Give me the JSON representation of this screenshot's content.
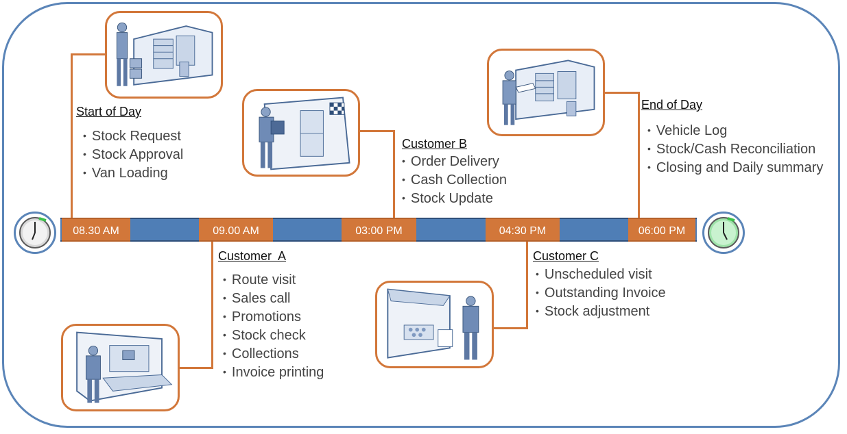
{
  "timeline": {
    "times": [
      "08.30 AM",
      "09.00 AM",
      "03:00 PM",
      "04:30 PM",
      "06:00 PM"
    ]
  },
  "stages": {
    "start_of_day": {
      "heading": "Start of Day",
      "items": [
        "Stock Request",
        "Stock Approval",
        "Van Loading"
      ]
    },
    "customer_a": {
      "heading": "Customer  A",
      "items": [
        "Route visit",
        "Sales call",
        "Promotions",
        "Stock check",
        "Collections",
        "Invoice printing"
      ]
    },
    "customer_b": {
      "heading": "Customer B",
      "items": [
        "Order Delivery",
        "Cash Collection",
        "Stock Update"
      ]
    },
    "customer_c": {
      "heading": "Customer C",
      "items": [
        "Unscheduled visit",
        "Outstanding Invoice",
        "Stock adjustment"
      ]
    },
    "end_of_day": {
      "heading": "End of Day",
      "items": [
        "Vehicle Log",
        "Stock/Cash Reconciliation",
        "Closing and Daily summary"
      ]
    }
  },
  "colors": {
    "accent_orange": "#d2773a",
    "accent_blue": "#4f7eb6",
    "frame_blue": "#5b85b8",
    "clock_start": "#d9d9d9",
    "clock_end": "#9fe3a9"
  },
  "icons": [
    "start-clock-icon",
    "end-clock-icon",
    "warehouse-illustration-icon",
    "storefront-illustration-icon",
    "kiosk-illustration-icon",
    "market-stall-illustration-icon",
    "warehouse-delivery-illustration-icon"
  ]
}
